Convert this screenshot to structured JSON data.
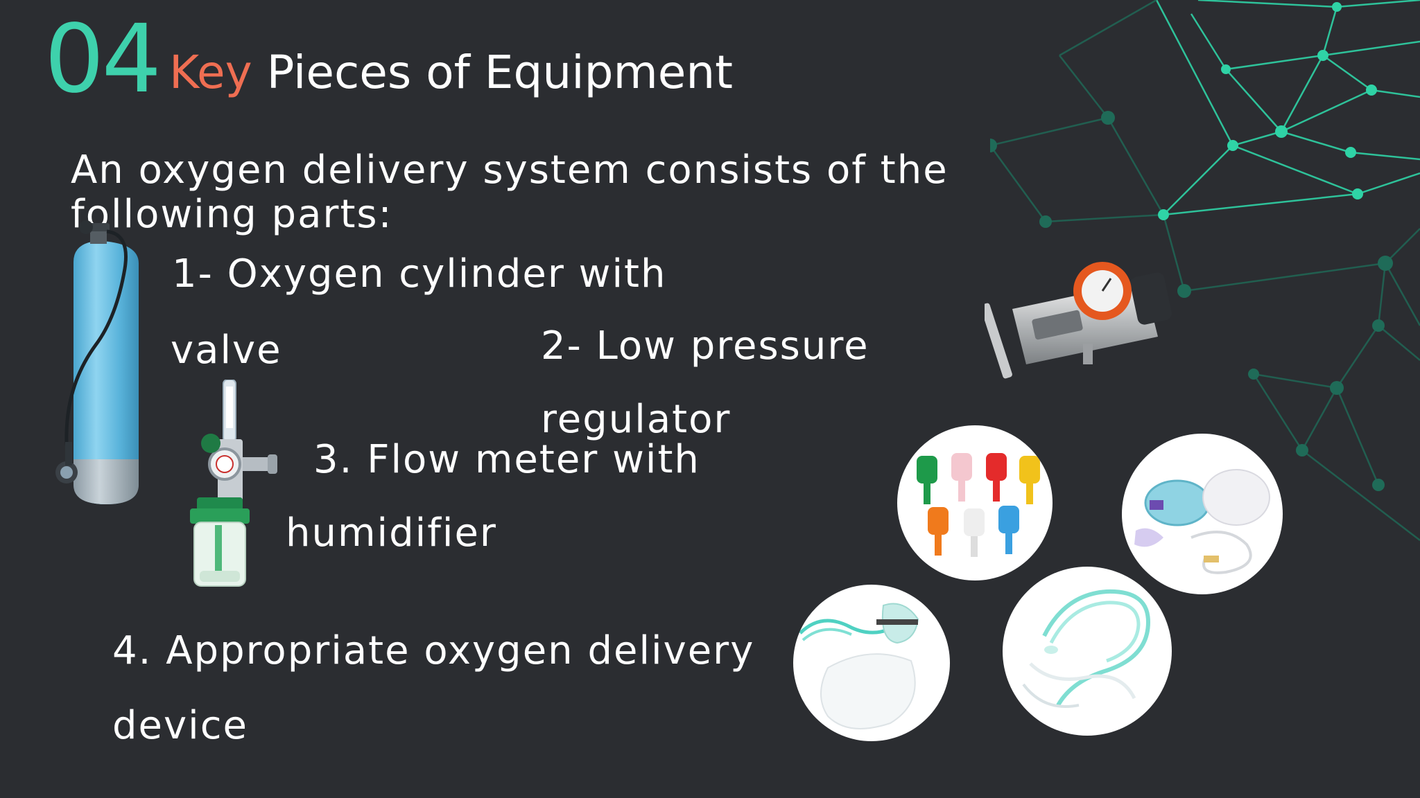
{
  "slide": {
    "number": "04",
    "title_accent": "Key",
    "title_rest": "Pieces of Equipment",
    "intro_line1": "An oxygen delivery system consists of the",
    "intro_line2": "following parts:",
    "items": [
      {
        "line1": "1- Oxygen cylinder with",
        "line2": "valve"
      },
      {
        "line1": "2- Low pressure",
        "line2": "regulator"
      },
      {
        "line1": "3. Flow meter with",
        "line2": "humidifier"
      },
      {
        "line1": "4. Appropriate oxygen delivery",
        "line2": "device"
      }
    ]
  },
  "colors": {
    "background": "#2b2d31",
    "number": "#3ed1ac",
    "accent": "#ef6e52",
    "network": "#2fd3a6",
    "text": "#ffffff"
  },
  "images": [
    "oxygen-cylinder-image",
    "flow-meter-humidifier-image",
    "pressure-regulator-image",
    "venturi-adapters-image",
    "bag-valve-mask-image",
    "non-rebreather-mask-image",
    "nasal-cannula-image",
    "network-decoration"
  ]
}
